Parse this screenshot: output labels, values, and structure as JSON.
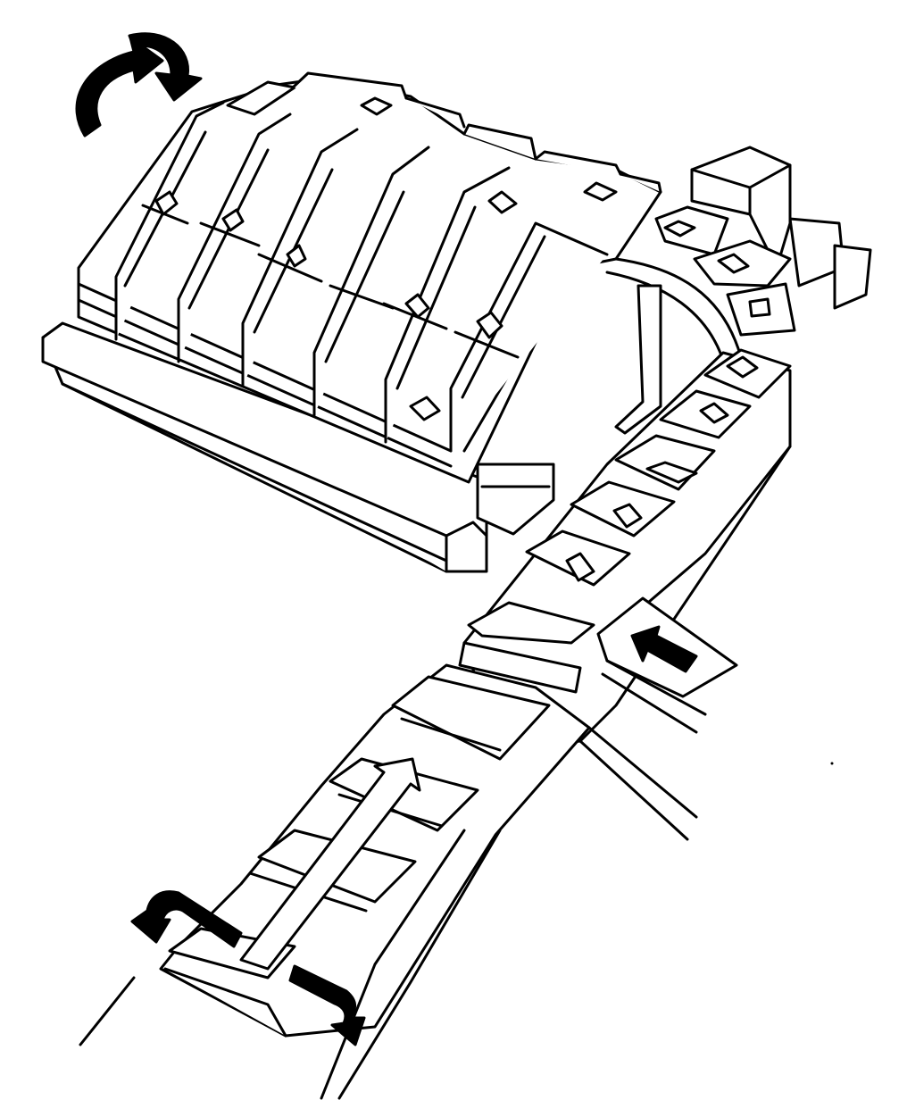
{
  "diagram": {
    "kind": "technical line drawing",
    "colors": {
      "ink": "#000000",
      "paper": "#ffffff"
    },
    "components": {
      "magazine": {
        "icon": "pivoting-cartridge-magazine",
        "slots": 6
      },
      "curved_track": {
        "icon": "curved-track-segment",
        "modules": 4
      },
      "straight_track": {
        "icon": "straight-track-segment",
        "modules": 6
      },
      "lower_track": {
        "icon": "lower-track-extension"
      }
    },
    "arrows": {
      "rotate": {
        "icon": "rotation-arrow",
        "meaning": "pivot"
      },
      "feed": {
        "icon": "black-feed-arrow",
        "meaning": "insertion"
      },
      "advance": {
        "icon": "hollow-advance-arrow",
        "meaning": "forward travel"
      },
      "turn_left": {
        "icon": "curved-turn-arrow-left"
      },
      "turn_right": {
        "icon": "curved-turn-arrow-right"
      }
    }
  }
}
